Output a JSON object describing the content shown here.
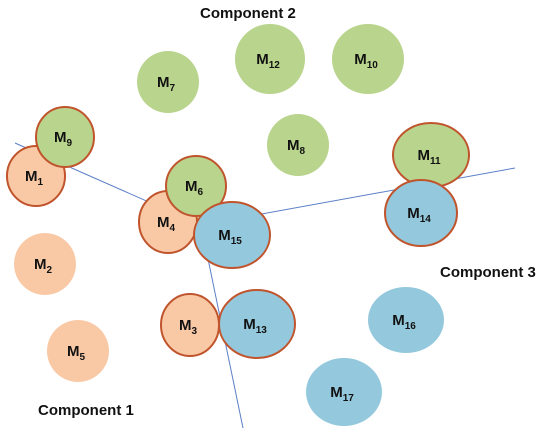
{
  "colors": {
    "background": "#ffffff",
    "component1_fill": "#f9c9a6",
    "component2_fill": "#b8d48d",
    "component3_fill": "#94c8dc",
    "overlap_border": "#c0542c",
    "divider_line": "#5b7fc7"
  },
  "components": [
    {
      "id": "c1",
      "label": "Component 1"
    },
    {
      "id": "c2",
      "label": "Component 2"
    },
    {
      "id": "c3",
      "label": "Component 3"
    }
  ],
  "nodes": [
    {
      "id": "M1",
      "label": "M",
      "sub": "1",
      "component": "c1",
      "highlighted": true
    },
    {
      "id": "M2",
      "label": "M",
      "sub": "2",
      "component": "c1",
      "highlighted": false
    },
    {
      "id": "M3",
      "label": "M",
      "sub": "3",
      "component": "c1",
      "highlighted": true
    },
    {
      "id": "M4",
      "label": "M",
      "sub": "4",
      "component": "c1",
      "highlighted": true
    },
    {
      "id": "M5",
      "label": "M",
      "sub": "5",
      "component": "c1",
      "highlighted": false
    },
    {
      "id": "M6",
      "label": "M",
      "sub": "6",
      "component": "c2",
      "highlighted": true
    },
    {
      "id": "M7",
      "label": "M",
      "sub": "7",
      "component": "c2",
      "highlighted": false
    },
    {
      "id": "M8",
      "label": "M",
      "sub": "8",
      "component": "c2",
      "highlighted": false
    },
    {
      "id": "M9",
      "label": "M",
      "sub": "9",
      "component": "c2",
      "highlighted": true
    },
    {
      "id": "M10",
      "label": "M",
      "sub": "10",
      "component": "c2",
      "highlighted": false
    },
    {
      "id": "M11",
      "label": "M",
      "sub": "11",
      "component": "c2",
      "highlighted": true
    },
    {
      "id": "M12",
      "label": "M",
      "sub": "12",
      "component": "c2",
      "highlighted": false
    },
    {
      "id": "M13",
      "label": "M",
      "sub": "13",
      "component": "c3",
      "highlighted": true
    },
    {
      "id": "M14",
      "label": "M",
      "sub": "14",
      "component": "c3",
      "highlighted": true
    },
    {
      "id": "M15",
      "label": "M",
      "sub": "15",
      "component": "c3",
      "highlighted": true
    },
    {
      "id": "M16",
      "label": "M",
      "sub": "16",
      "component": "c3",
      "highlighted": false
    },
    {
      "id": "M17",
      "label": "M",
      "sub": "17",
      "component": "c3",
      "highlighted": false
    }
  ]
}
